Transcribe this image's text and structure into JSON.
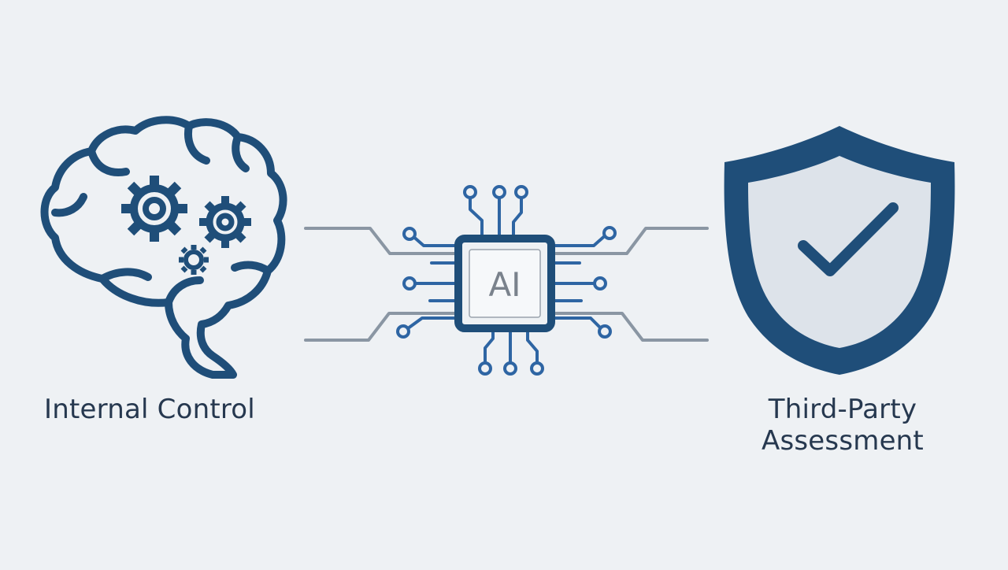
{
  "diagram": {
    "left": {
      "label": "Internal Control",
      "icon": "brain-gears-icon"
    },
    "center": {
      "chip_text": "AI",
      "icon": "ai-chip-icon"
    },
    "right": {
      "label_line1": "Third-Party",
      "label_line2": "Assessment",
      "icon": "shield-check-icon"
    },
    "colors": {
      "background": "#eef1f4",
      "primary": "#1f4e79",
      "connector": "#8a96a3",
      "shield_fill": "#dde3ea",
      "chip_text": "#7a828c",
      "text": "#26384f"
    }
  }
}
